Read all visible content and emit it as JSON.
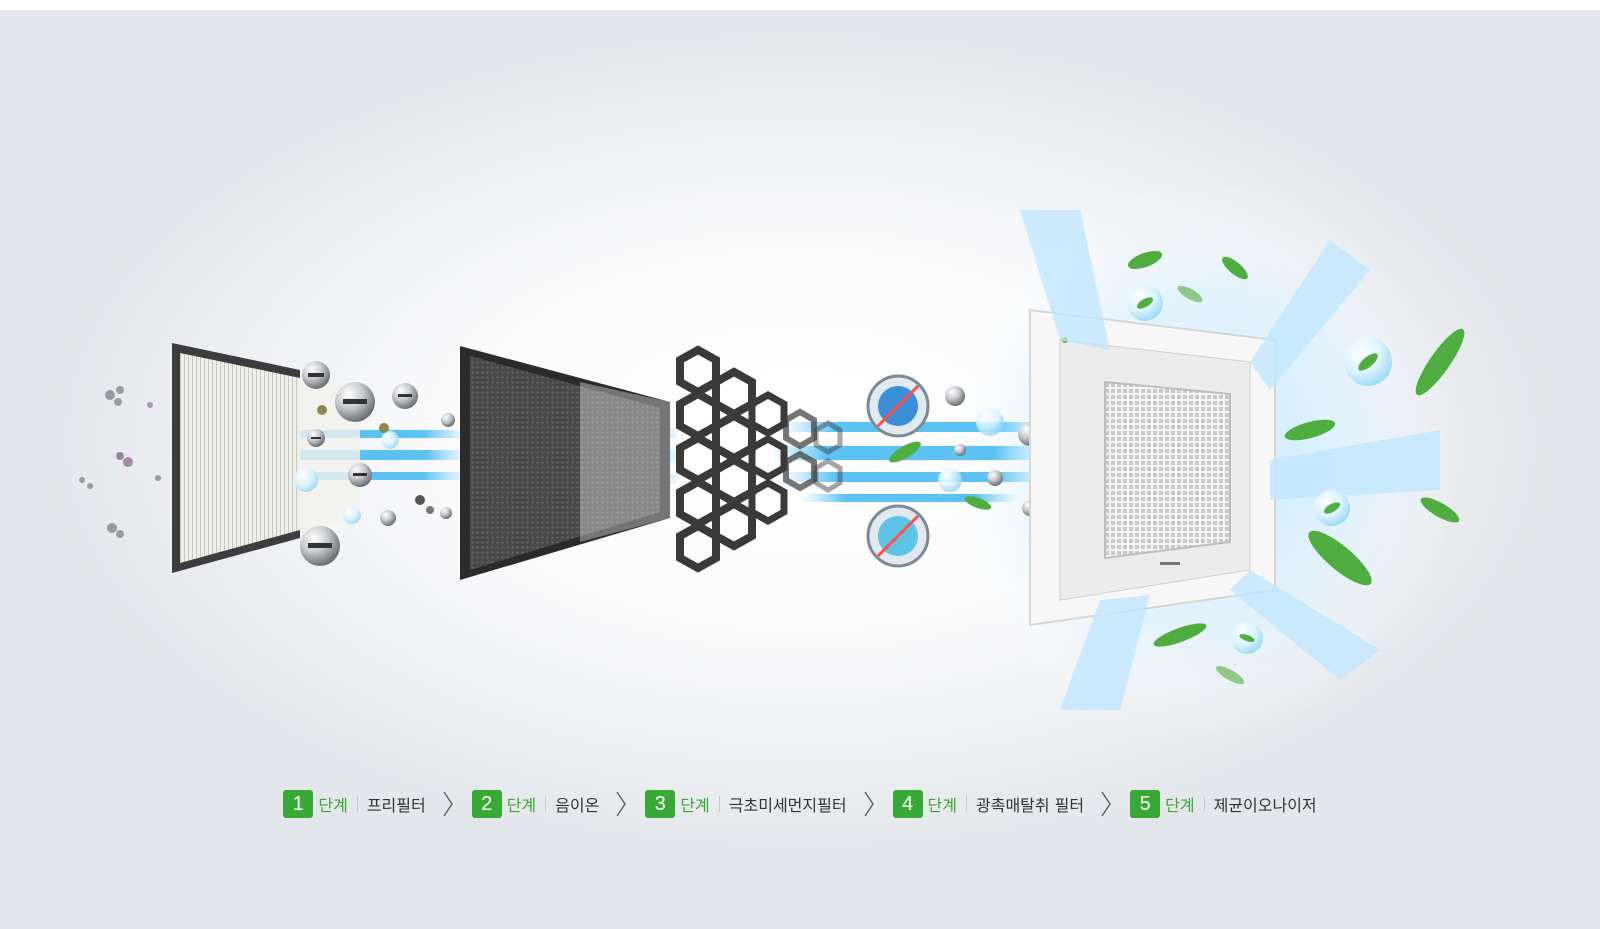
{
  "steps": [
    {
      "num": "1",
      "tag": "단계",
      "label": "프리필터"
    },
    {
      "num": "2",
      "tag": "단계",
      "label": "음이온"
    },
    {
      "num": "3",
      "tag": "단계",
      "label": "극초미세먼지필터"
    },
    {
      "num": "4",
      "tag": "단계",
      "label": "광촉매탈취 필터"
    },
    {
      "num": "5",
      "tag": "단계",
      "label": "제균이오나이저"
    }
  ],
  "colors": {
    "accent_green": "#39a935",
    "airflow_blue": "#3fb8f2",
    "leaf_green": "#4fae3f",
    "filter_dark": "#3a3a3a"
  },
  "icons": [
    "prefilter-icon",
    "negative-ion-icon",
    "honeycomb-filter-icon",
    "photocatalyst-icon",
    "cassette-ac-unit-icon",
    "leaf-icon"
  ]
}
